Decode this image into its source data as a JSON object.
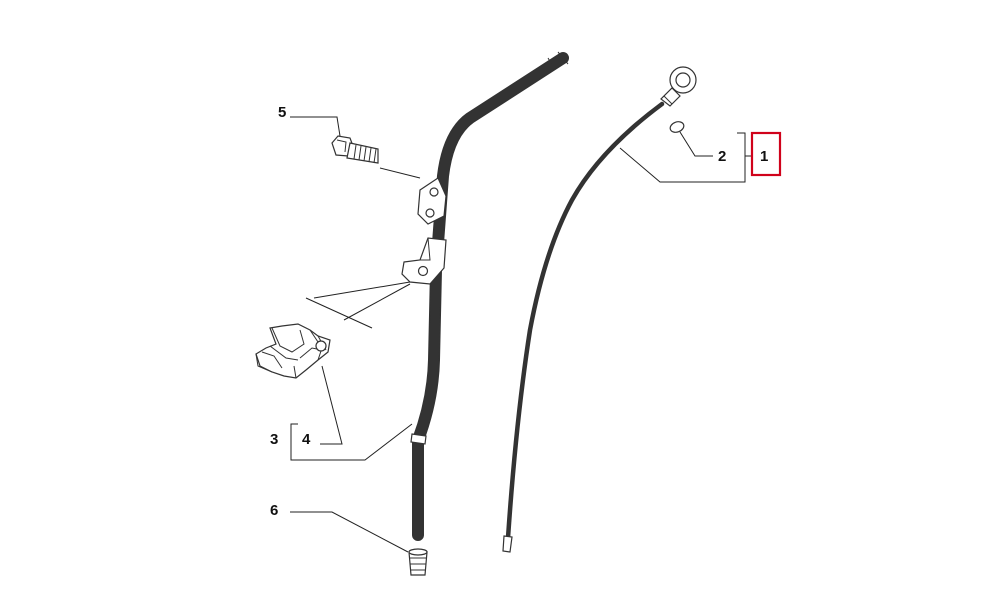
{
  "diagram": {
    "callouts": {
      "c1": "1",
      "c2": "2",
      "c3": "3",
      "c4": "4",
      "c5": "5",
      "c6": "6"
    },
    "highlight_color": "#d0021b",
    "line_color": "#333333"
  }
}
